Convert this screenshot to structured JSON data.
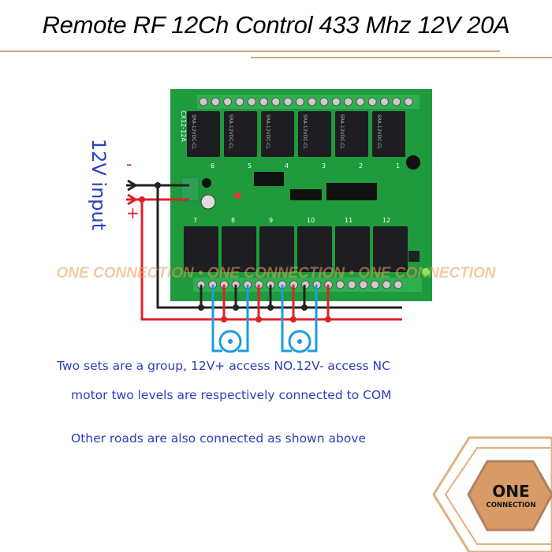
{
  "title": "Remote RF 12Ch Control 433 Mhz 12V 20A",
  "board": {
    "model": "CX12-12A",
    "relay_label": "SRA-12VDC-CL",
    "relay_count": 12,
    "channel_numbers": [
      "1",
      "2",
      "3",
      "4",
      "5",
      "6",
      "7",
      "8",
      "9",
      "10",
      "11",
      "12"
    ]
  },
  "input": {
    "label": "12V input",
    "minus": "-",
    "plus": "+"
  },
  "watermark": "ONE CONNECTION  •  ONE CONNECTION  •  ONE CONNECTION",
  "captions": [
    "Two sets are a group, 12V+ access NO.12V- access NC",
    "motor two levels are respectively connected to COM",
    "Other roads are also connected as shown above"
  ],
  "logo": {
    "line1": "ONE",
    "line2": "CONNECTION"
  },
  "colors": {
    "board": "#1f9a3c",
    "wire_negative": "#222222",
    "wire_positive": "#e0202a",
    "motor": "#1e9be0",
    "text": "#2a3fbf",
    "accent": "#d2a67e"
  }
}
